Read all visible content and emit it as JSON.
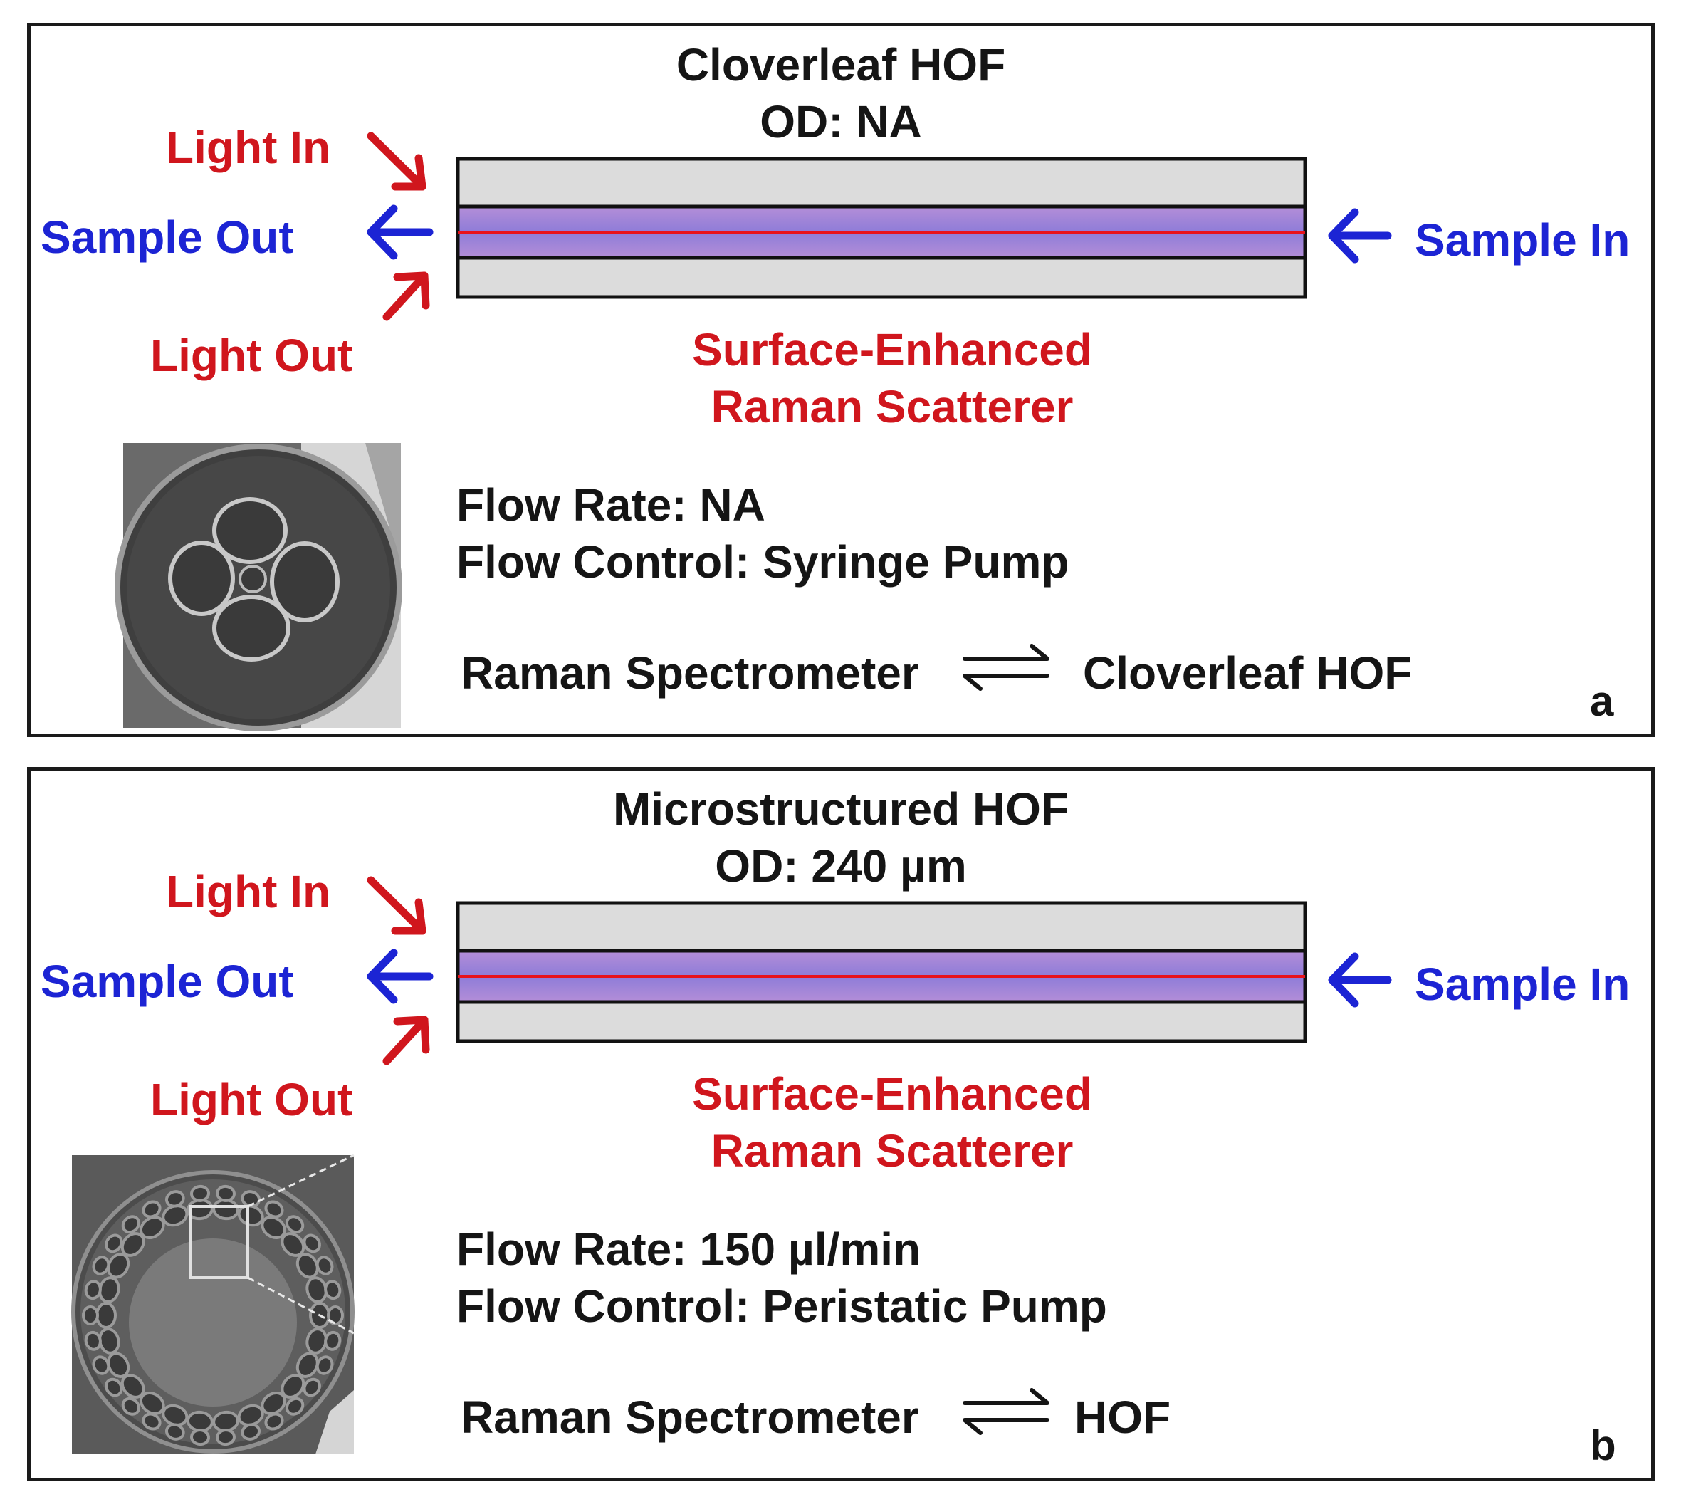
{
  "colors": {
    "red": "#d0161d",
    "blue": "#1c24d4",
    "dark": "#151515",
    "fiber_gray": "#dcdcdc",
    "core": "#9a8ad6"
  },
  "panels": [
    {
      "id": "a",
      "title_line1": "Cloverleaf HOF",
      "title_line2": "OD: NA",
      "light_in": "Light In",
      "light_out": "Light Out",
      "sample_out": "Sample Out",
      "sample_in": "Sample In",
      "scatter_line1": "Surface-Enhanced",
      "scatter_line2": "Raman Scatterer",
      "flow_rate": "Flow Rate: NA",
      "flow_control": "Flow Control: Syringe Pump",
      "spectrometer": "Raman Spectrometer",
      "connected_to": "Cloverleaf HOF",
      "panel_letter": "a"
    },
    {
      "id": "b",
      "title_line1": "Microstructured HOF",
      "title_line2": "OD: 240 µm",
      "light_in": "Light In",
      "light_out": "Light Out",
      "sample_out": "Sample Out",
      "sample_in": "Sample In",
      "scatter_line1": "Surface-Enhanced",
      "scatter_line2": "Raman Scatterer",
      "flow_rate": "Flow Rate: 150 µl/min",
      "flow_control": "Flow Control: Peristatic Pump",
      "spectrometer": "Raman Spectrometer",
      "connected_to": "HOF",
      "panel_letter": "b"
    }
  ]
}
